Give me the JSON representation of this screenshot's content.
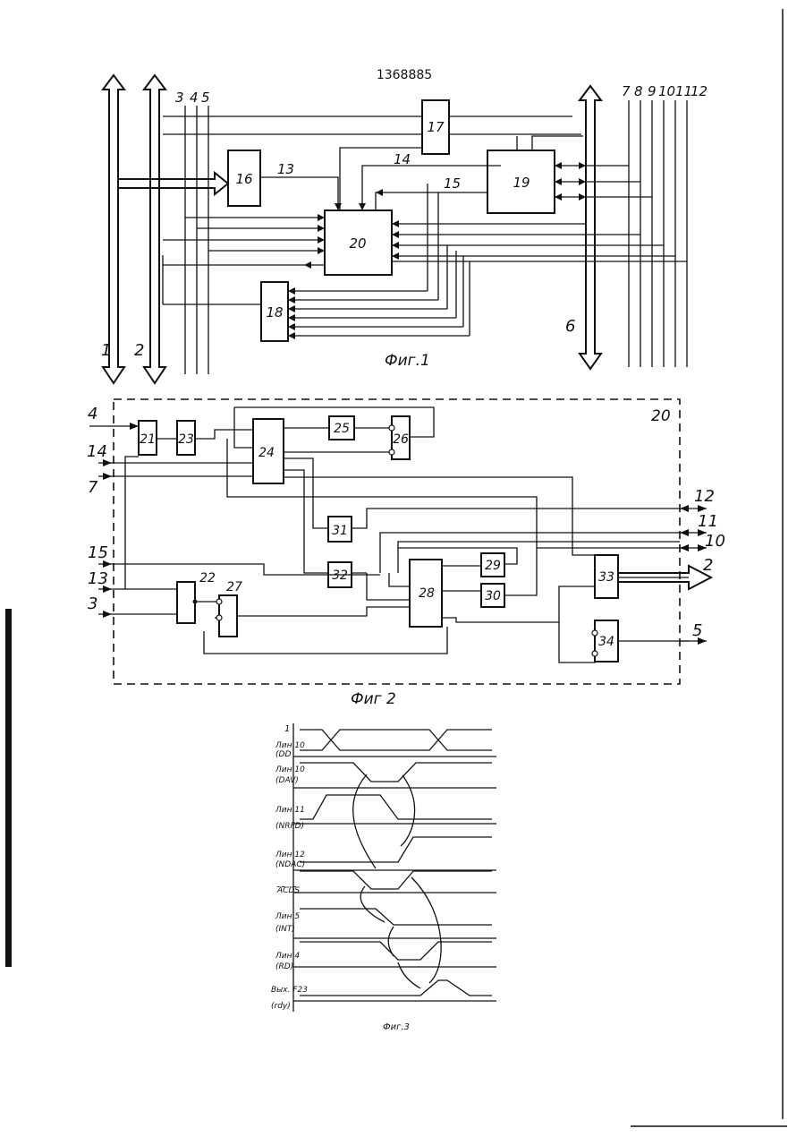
{
  "document": {
    "patent_number": "1368885"
  },
  "fig1": {
    "caption": "Фиг.1",
    "bus_labels": [
      "1",
      "2",
      "6"
    ],
    "line_labels": [
      "3",
      "4",
      "5",
      "7",
      "8",
      "9",
      "10",
      "11",
      "12"
    ],
    "blocks": [
      "16",
      "17",
      "18",
      "19",
      "20"
    ],
    "signal_labels": [
      "13",
      "14",
      "15"
    ]
  },
  "fig2": {
    "caption": "Фиг 2",
    "frame_label": "20",
    "inputs": [
      "4",
      "14",
      "7",
      "15",
      "13",
      "3"
    ],
    "outputs": [
      "12",
      "11",
      "10",
      "2",
      "5"
    ],
    "blocks": [
      "21",
      "22",
      "23",
      "24",
      "25",
      "26",
      "27",
      "28",
      "29",
      "30",
      "31",
      "32",
      "33",
      "34"
    ]
  },
  "fig3": {
    "caption": "Фиг.3",
    "signals": [
      {
        "label": "1",
        "sublabel": ""
      },
      {
        "label": "Лин 10",
        "sublabel": "(DD"
      },
      {
        "label": "Лин 10",
        "sublabel": "(DAV)"
      },
      {
        "label": "Лин 11",
        "sublabel": "(NRFD)"
      },
      {
        "label": "Лин 12",
        "sublabel": "(NDAC)"
      },
      {
        "label": "ACDS",
        "sublabel": ""
      },
      {
        "label": "Лин 5",
        "sublabel": "(INT)"
      },
      {
        "label": "Лин 4",
        "sublabel": "(RD)"
      },
      {
        "label": "Вых. F23",
        "sublabel": "(rdy)"
      }
    ]
  }
}
